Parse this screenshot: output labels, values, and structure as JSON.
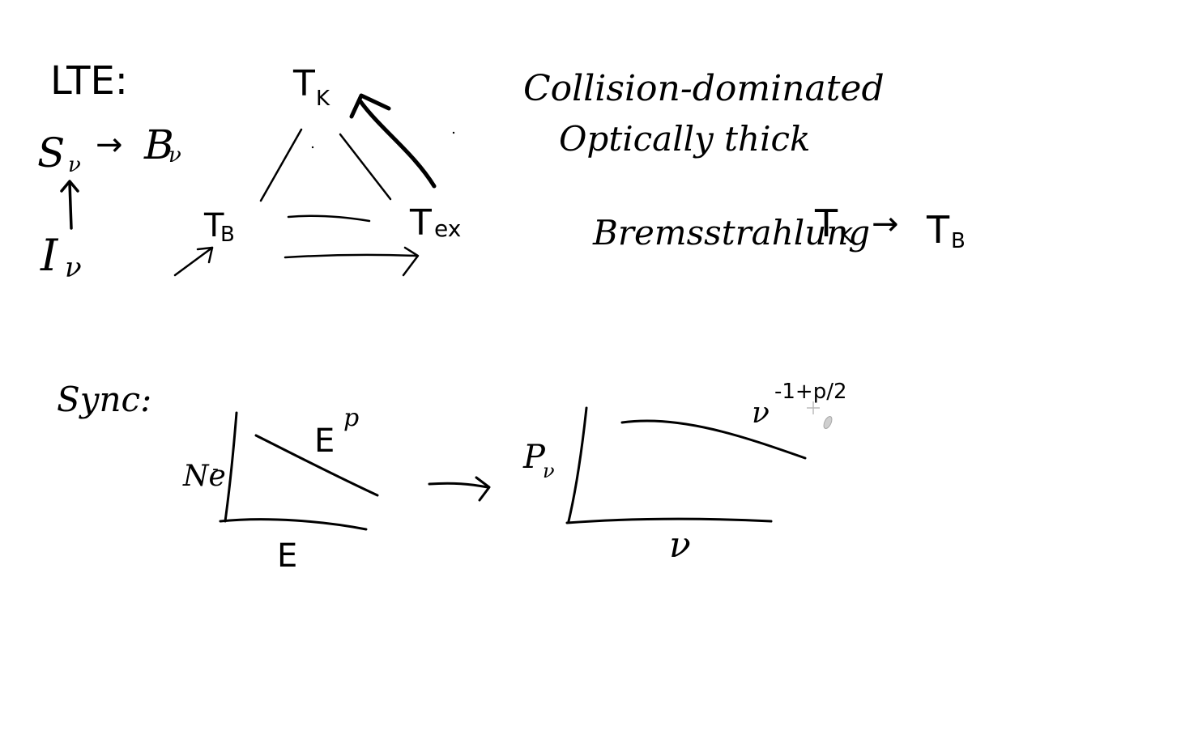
{
  "lte": {
    "heading": "LTE:",
    "source_relation": {
      "left": "S",
      "left_sub": "ν",
      "arrow": "→",
      "right": "B",
      "right_sub": "ν"
    },
    "intensity": {
      "symbol": "I",
      "sub": "ν"
    },
    "triangle": {
      "top": {
        "symbol": "T",
        "sub": "K"
      },
      "left": {
        "symbol": "T",
        "sub": "B"
      },
      "right": {
        "symbol": "T",
        "sub": "ex"
      }
    }
  },
  "conditions": {
    "line1": "Collision-dominated",
    "line2": "Optically thick"
  },
  "bremsstrahlung": {
    "label": "Bremsstrahlung",
    "relation": {
      "left": "T",
      "left_sub": "K",
      "arrow": "→",
      "right": "T",
      "right_sub": "B"
    }
  },
  "sync": {
    "heading": "Sync:",
    "plot1": {
      "ylabel": "Ne",
      "ylabel_sup": "-",
      "xlabel": "E",
      "curve_label": "E",
      "curve_label_sup": "p"
    },
    "plot2": {
      "ylabel": "P",
      "ylabel_sub": "ν",
      "xlabel": "ν",
      "curve_label": "ν",
      "curve_label_sup": "-1+p/2"
    }
  },
  "cursor": "pen-cursor-icon"
}
